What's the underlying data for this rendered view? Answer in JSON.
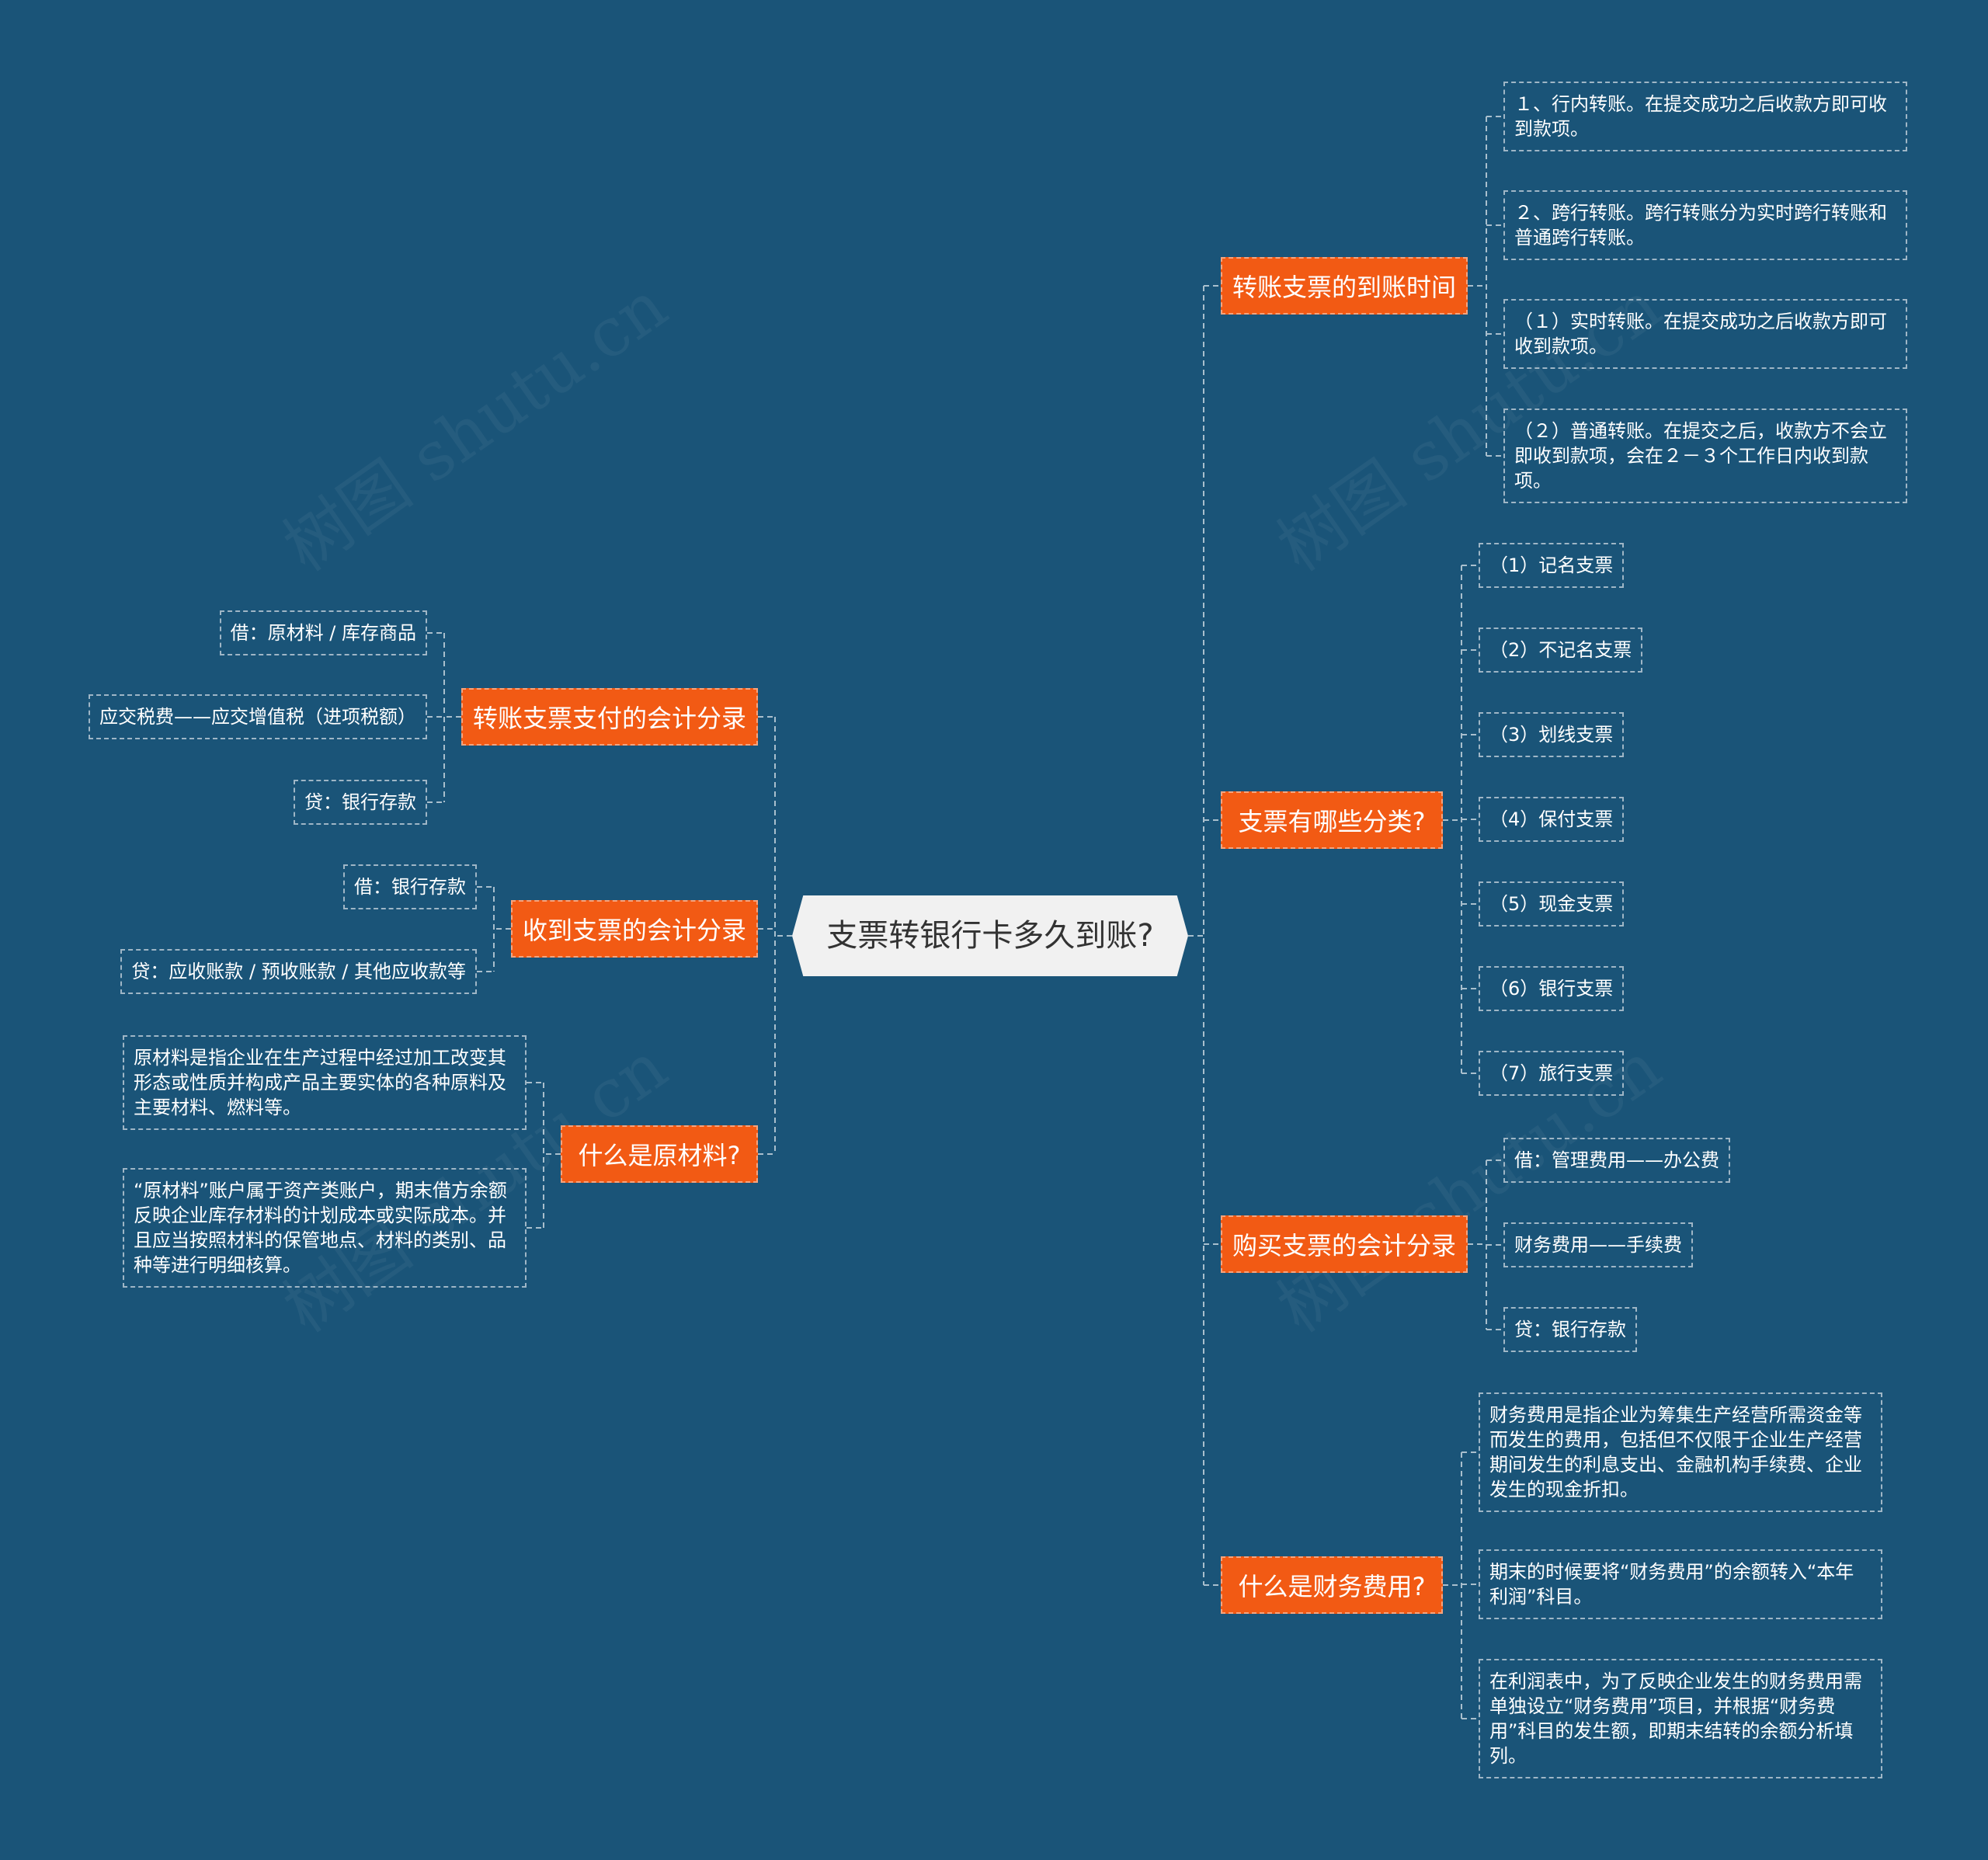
{
  "root": "支票转银行卡多久到账?",
  "watermark": "树图 shutu.cn",
  "right": [
    {
      "label": "转账支票的到账时间",
      "children": [
        "１、行内转账。在提交成功之后收款方即可收到款项。",
        "２、跨行转账。跨行转账分为实时跨行转账和普通跨行转账。",
        "（１）实时转账。在提交成功之后收款方即可收到款项。",
        "（２）普通转账。在提交之后，收款方不会立即收到款项，会在２－３个工作日内收到款项。"
      ]
    },
    {
      "label": "支票有哪些分类?",
      "children": [
        "（1）记名支票",
        "（2）不记名支票",
        "（3）划线支票",
        "（4）保付支票",
        "（5）现金支票",
        "（6）银行支票",
        "（7）旅行支票"
      ]
    },
    {
      "label": "购买支票的会计分录",
      "children": [
        "借：管理费用——办公费",
        "财务费用——手续费",
        "贷：银行存款"
      ]
    },
    {
      "label": "什么是财务费用?",
      "children": [
        "财务费用是指企业为筹集生产经营所需资金等而发生的费用，包括但不仅限于企业生产经营期间发生的利息支出、金融机构手续费、企业发生的现金折扣。",
        "期末的时候要将“财务费用”的余额转入“本年利润”科目。",
        "在利润表中，为了反映企业发生的财务费用需单独设立“财务费用”项目，并根据“财务费用”科目的发生额，即期末结转的余额分析填列。"
      ]
    }
  ],
  "left": [
    {
      "label": "转账支票支付的会计分录",
      "children": [
        "借：原材料 / 库存商品",
        "应交税费——应交增值税（进项税额）",
        "贷：银行存款"
      ]
    },
    {
      "label": "收到支票的会计分录",
      "children": [
        "借：银行存款",
        "贷：应收账款 / 预收账款 / 其他应收款等"
      ]
    },
    {
      "label": "什么是原材料?",
      "children": [
        "原材料是指企业在生产过程中经过加工改变其形态或性质并构成产品主要实体的各种原料及主要材料、燃料等。",
        "“原材料”账户属于资产类账户，期末借方余额反映企业库存材料的计划成本或实际成本。并且应当按照材料的保管地点、材料的类别、品种等进行明细核算。"
      ]
    }
  ]
}
